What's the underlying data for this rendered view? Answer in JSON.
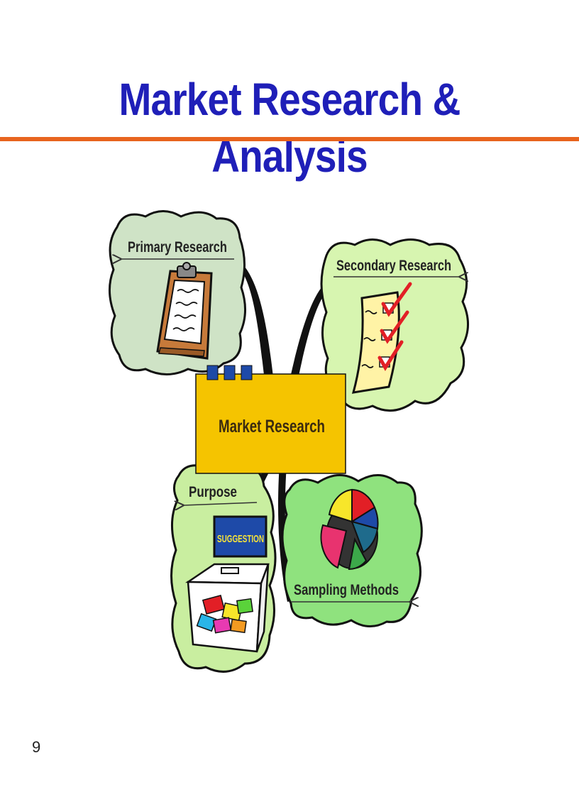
{
  "slide": {
    "title": "Market Research & Analysis",
    "page_number": "9"
  },
  "colors": {
    "title": "#1f1fb8",
    "rule": "#e8641e",
    "center_box": "#f5c400",
    "primary_cloud": "#cfe3c6",
    "secondary_cloud": "#d7f5b0",
    "purpose_cloud": "#c9eea0",
    "sampling_cloud": "#8fe27e"
  },
  "diagram": {
    "center": {
      "label": "Market Research"
    },
    "nodes": [
      {
        "key": "primary",
        "label": "Primary Research",
        "icon": "clipboard-icon"
      },
      {
        "key": "secondary",
        "label": "Secondary Research",
        "icon": "checklist-icon"
      },
      {
        "key": "purpose",
        "label": "Purpose",
        "icon": "suggestion-box-icon",
        "icon_text": "SUGGESTION"
      },
      {
        "key": "sampling",
        "label": "Sampling Methods",
        "icon": "pie-chart-icon"
      }
    ]
  }
}
